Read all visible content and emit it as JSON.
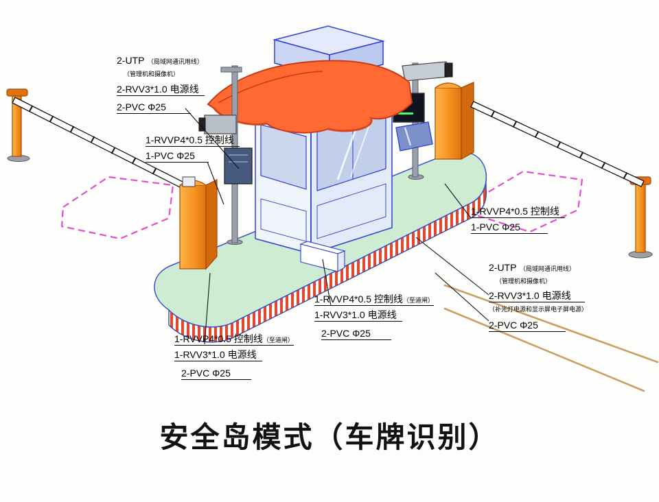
{
  "title": "安全岛模式（车牌识别）",
  "labels": {
    "top_left": {
      "l1_main": "2-UTP",
      "l1_note": "（局域网通讯用线）",
      "l2_note": "（管理机和摄像机）",
      "l3": "2-RVV3*1.0 电源线",
      "l4": "2-PVC Φ25"
    },
    "left_mid": {
      "l1": "1-RVVP4*0.5 控制线",
      "l2": "1-PVC Φ25"
    },
    "right_mid": {
      "l1": "1-RVVP4*0.5 控制线",
      "l2": "1-PVC Φ25"
    },
    "right_low": {
      "l1_main": "2-UTP",
      "l1_note": "（局域网通讯用线）",
      "l2_note": "（管理机和摄像机）",
      "l3": "2-RVV3*1.0 电源线",
      "l4_note": "（补光灯电源和显示屏电子屏电源）",
      "l5": "2-PVC Φ25"
    },
    "center_low": {
      "l1_main": "1-RVVP4*0.5 控制线",
      "l1_note": "（至道闸）",
      "l2": "1-RVV3*1.0 电源线",
      "l3": "2-PVC Φ25"
    },
    "left_low": {
      "l1_main": "1-RVVP4*0.5 控制线",
      "l1_note": "（至道闸）",
      "l2": "1-RVV3*1.0 电源线",
      "l3": "2-PVC Φ25"
    }
  },
  "palette": {
    "island_green": "#cdecd2",
    "machine_orange": "#f59a2e",
    "canopy_orange": "#ff6a33",
    "loop_pink": "#e84ad0",
    "road_line_tan": "#c9a063",
    "outline_blue": "#3a4fd0"
  }
}
